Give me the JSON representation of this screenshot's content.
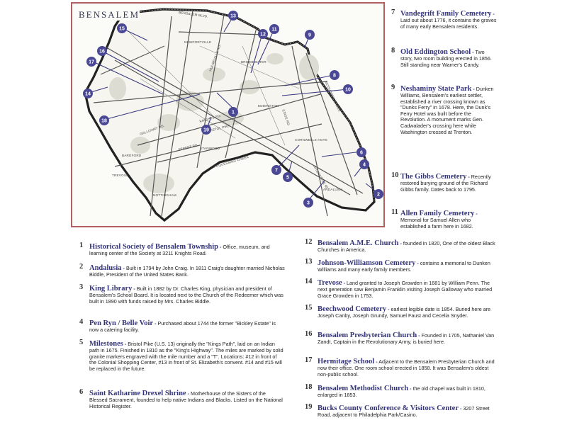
{
  "map": {
    "title": "Bensalem",
    "streets": [
      {
        "id": "bensalem-blvd",
        "text": "BENSALEM BLVD."
      },
      {
        "id": "newportville",
        "text": "NEWPORTVILLE"
      },
      {
        "id": "brown-ave",
        "text": "BRIDGEWATER"
      },
      {
        "id": "eddington",
        "text": "EDDINGTON"
      },
      {
        "id": "hulmeville",
        "text": "HULMEVILLE RD."
      },
      {
        "id": "knights",
        "text": "KNIGHTS RD."
      },
      {
        "id": "trevose",
        "text": "TREVOSE"
      },
      {
        "id": "bristol",
        "text": "BRISTOL PIKE"
      },
      {
        "id": "street-rd",
        "text": "STREET RD."
      },
      {
        "id": "stanwood",
        "text": "STANWOOD"
      },
      {
        "id": "cornwells",
        "text": "CORNWELLS HGTS"
      },
      {
        "id": "andalusia",
        "text": "ANDALUSIA"
      },
      {
        "id": "poquessing",
        "text": "POQUESSING CREEK"
      },
      {
        "id": "nottingham",
        "text": "NOTTINGHAM"
      },
      {
        "id": "bardford",
        "text": "BARDFORD"
      },
      {
        "id": "galloway",
        "text": "GALLOWAY RD."
      },
      {
        "id": "interstate",
        "text": "INTERSTATE 95"
      },
      {
        "id": "state-rd",
        "text": "STATE RD."
      },
      {
        "id": "neshaminy",
        "text": "NESHAMINY CREEK"
      }
    ],
    "markers": [
      {
        "n": "1"
      },
      {
        "n": "2"
      },
      {
        "n": "3"
      },
      {
        "n": "4"
      },
      {
        "n": "5"
      },
      {
        "n": "6"
      },
      {
        "n": "7"
      },
      {
        "n": "8"
      },
      {
        "n": "9"
      },
      {
        "n": "10"
      },
      {
        "n": "11"
      },
      {
        "n": "12"
      },
      {
        "n": "13"
      },
      {
        "n": "14"
      },
      {
        "n": "15"
      },
      {
        "n": "16"
      },
      {
        "n": "17"
      },
      {
        "n": "18"
      },
      {
        "n": "19"
      }
    ]
  },
  "entries": [
    {
      "num": "1",
      "title": "Historical Society of Bensalem Township",
      "desc": "Office, museum, and learning center of the Society at 3211 Knights Road."
    },
    {
      "num": "2",
      "title": "Andalusia",
      "desc": "Built in 1794 by John Craig. In 1811 Craig's daughter married Nicholas Biddle, President of the United States Bank."
    },
    {
      "num": "3",
      "title": "King Library",
      "desc": "Built in 1882 by Dr. Charles King, physician and president of Bensalem's School Board. It is located next to the Church of the Redeemer which was built in 1890 with funds raised by Mrs. Charles Biddle."
    },
    {
      "num": "4",
      "title": "Pen Ryn / Belle Voir",
      "desc": "Purchased about 1744 the former \"Bickley Estate\" is now a catering facility."
    },
    {
      "num": "5",
      "title": "Milestones",
      "desc": "Bristol Pike (U.S. 13) originally the \"Kings Path\", laid on an Indian path in 1675. Finished in 1810 as the \"King's Highway\". The miles are marked by solid granite markers engraved with the mile number and a \"T\". Locations: #12 in front of the Colonial Shopping Center, #13 in front of St. Elizabeth's convent. #14 and #15 will be replaced in the future."
    },
    {
      "num": "6",
      "title": "Saint Katharine Drexel Shrine",
      "desc": "Motherhouse of the Sisters of the Blessed Sacrament, founded to help native Indians and Blacks. Listed on the National Historical Register."
    },
    {
      "num": "7",
      "title": "Vandegrift Family Cemetery",
      "desc": "Laid out about 1776, it contains the graves of many early Bensalem residents."
    },
    {
      "num": "8",
      "title": "Old Eddington School",
      "desc": "Two story, two room building erected in 1856. Still standing near Warner's Candy."
    },
    {
      "num": "9",
      "title": "Neshaminy State Park",
      "desc": "Dunken Williams, Bensalem's earliest settler, established a river crossing known as \"Dunks Ferry\" in 1678. Here, the Dunk's Ferry Hotel was built before the Revolution. A monument marks Gen. Cadwalader's crossing here while Washington crossed at Trenton."
    },
    {
      "num": "10",
      "title": "The Gibbs Cemetery",
      "desc": "Recently restored burying ground of the Richard Gibbs family. Dates back to 1795."
    },
    {
      "num": "11",
      "title": "Allen Family Cemetery",
      "desc": "Memorial for Samuel Allen who established a farm here in 1682."
    },
    {
      "num": "12",
      "title": "Bensalem A.M.E. Church",
      "desc": "founded in 1820, One of the oldest Black Churches in America."
    },
    {
      "num": "13",
      "title": "Johnson-Williamson Cemetery",
      "desc": "contains a memorial to Dunken Williams and many early family members."
    },
    {
      "num": "14",
      "title": "Trevose",
      "desc": "Land granted to Joseph Growden in 1681 by William Penn. The next generation saw Benjamin Franklin visiting Joseph Galloway who married Grace Growden in 1753."
    },
    {
      "num": "15",
      "title": "Beechwood Cemetery",
      "desc": "earliest legible date is 1854. Buried here are Joseph Canby, Joseph Grundy, Samuel Faust and Cecelia Snyder."
    },
    {
      "num": "16",
      "title": "Bensalem Presbyterian Church",
      "desc": "Founded in 1705, Nathaniel Van Zandt, Captain in the Revolutionary Army, is buried here."
    },
    {
      "num": "17",
      "title": "Hermitage School",
      "desc": "Adjacent to the Bensalem Presbyterian Church and now their office. One room school erected in 1858. It was Bensalem's oldest non-public school."
    },
    {
      "num": "18",
      "title": "Bensalem Methodist Church",
      "desc": "the old chapel was built in 1810, enlarged in 1853."
    },
    {
      "num": "19",
      "title": "Bucks County Conference & Visitors Center",
      "desc": "3207 Street Road, adjacent to Philadelphia Park/Casino."
    }
  ]
}
